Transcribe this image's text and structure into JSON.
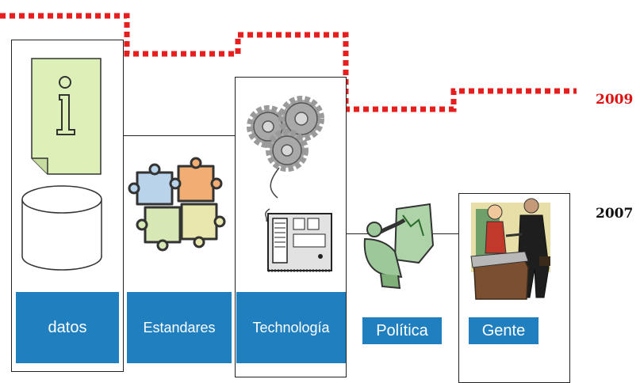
{
  "colors": {
    "label_bg": "#1F7FBF",
    "dotted_line_2009": "#E61E1E",
    "year_2009_text": "#E01010",
    "year_2007_text": "#111111",
    "box_border": "#222222"
  },
  "columns": [
    {
      "id": "datos",
      "label": "datos",
      "icons": [
        "document-info-icon",
        "database-cylinder-icon"
      ]
    },
    {
      "id": "estandares",
      "label": "Estandares",
      "icons": [
        "puzzle-pieces-icon"
      ]
    },
    {
      "id": "technologia",
      "label": "Technología",
      "icons": [
        "gears-icon",
        "server-icon"
      ]
    },
    {
      "id": "politica",
      "label": "Política",
      "icons": [
        "person-pointing-map-icon"
      ]
    },
    {
      "id": "gente",
      "label": "Gente",
      "icons": [
        "business-handshake-icon"
      ]
    }
  ],
  "years": {
    "y2009": "2009",
    "y2007": "2007"
  }
}
